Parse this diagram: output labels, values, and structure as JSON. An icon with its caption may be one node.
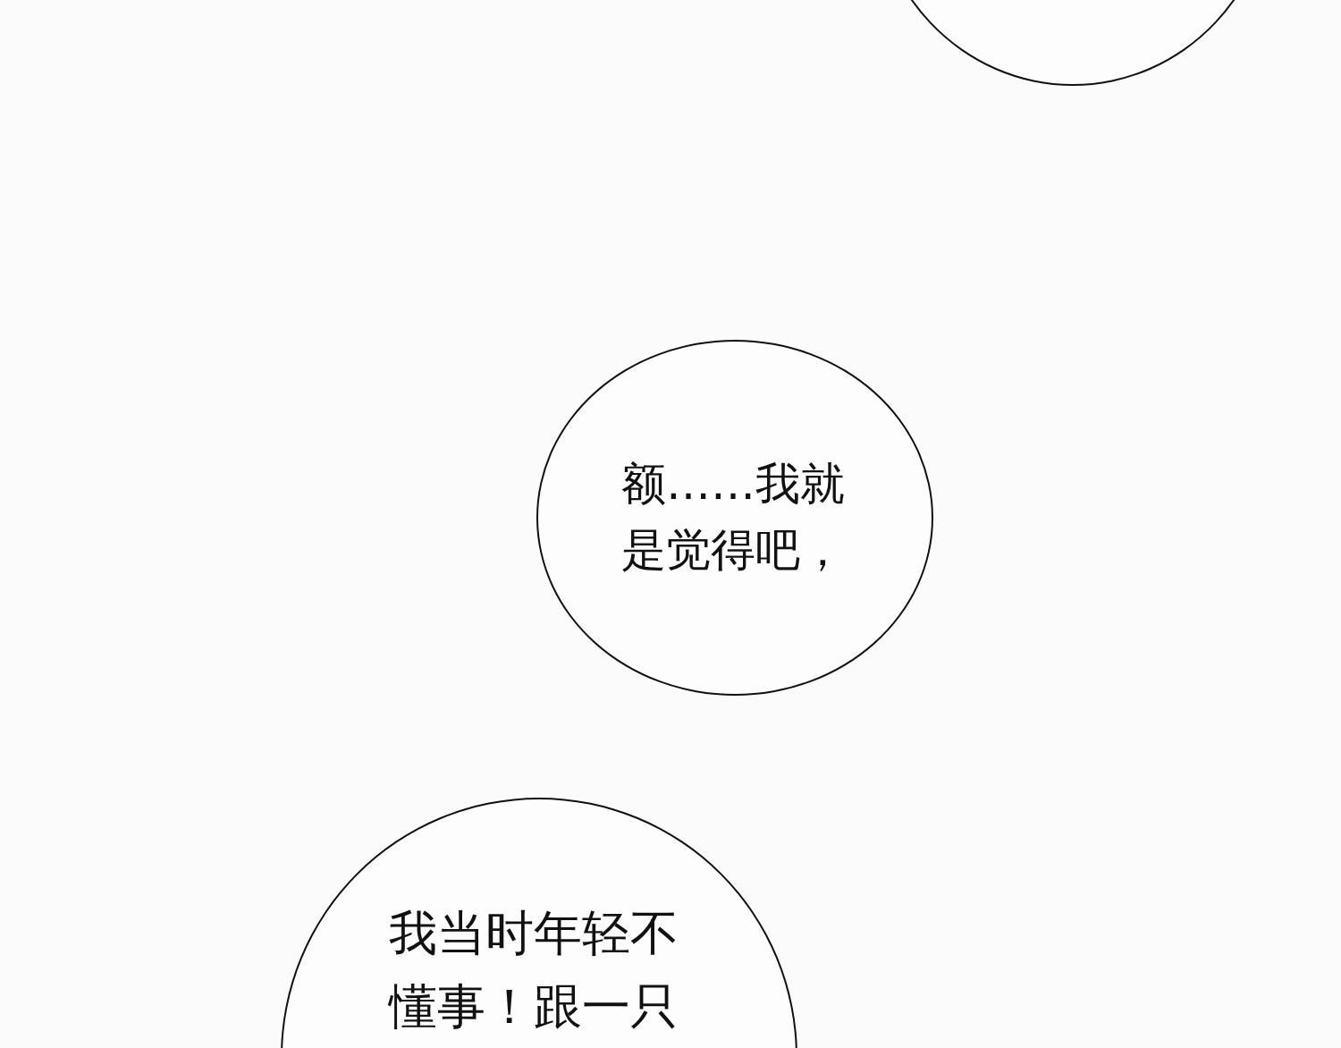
{
  "diagram": {
    "nodes": [
      {
        "text": [],
        "shape": "circle"
      },
      {
        "text": [
          "额……我就是觉得吧，"
        ]
      },
      {
        "text": [
          "我当时年轻不懂事！跟一只"
        ]
      }
    ]
  }
}
